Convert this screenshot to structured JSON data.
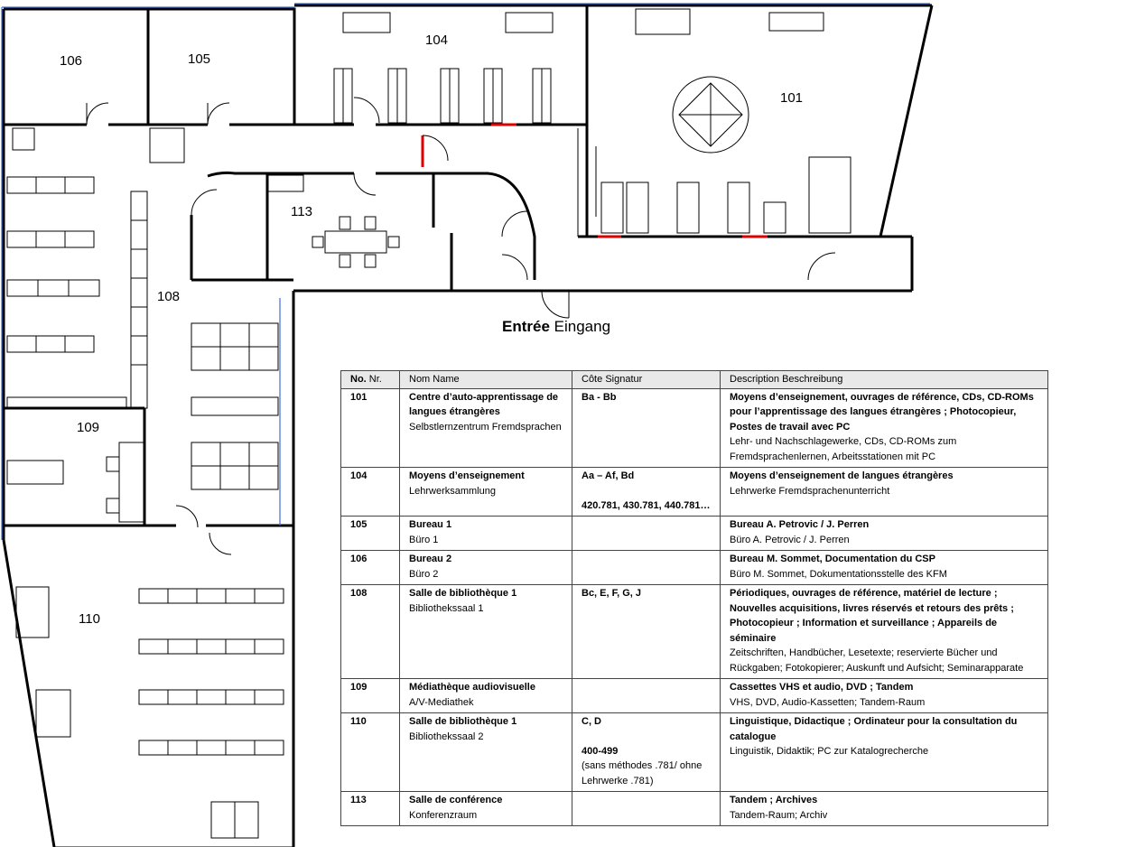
{
  "rooms": {
    "r101": "101",
    "r104": "104",
    "r105": "105",
    "r106": "106",
    "r108": "108",
    "r109": "109",
    "r110": "110",
    "r113": "113"
  },
  "entrance": {
    "fr": "Entrée",
    "de": "Eingang"
  },
  "legend": {
    "headers": {
      "no_fr": "No.",
      "no_de": "Nr.",
      "name_fr": "Nom",
      "name_de": "Name",
      "sig_fr": "Côte",
      "sig_de": "Signatur",
      "desc_fr": "Description",
      "desc_de": "Beschreibung"
    },
    "rows": [
      {
        "no": "101",
        "name_fr": "Centre d’auto-apprentissage de langues étrangères",
        "name_de": "Selbstlernzentrum Fremdsprachen",
        "sig": "Ba - Bb",
        "sig2": "",
        "sig3": "",
        "desc_fr": "Moyens d’enseignement, ouvrages de référence, CDs, CD-ROMs pour l’apprentissage des langues étrangères ; Photocopieur, Postes de travail avec PC",
        "desc_de": "Lehr- und Nachschlagewerke, CDs, CD-ROMs zum Fremdsprachenlernen, Arbeitsstationen mit PC"
      },
      {
        "no": "104",
        "name_fr": "Moyens d’enseignement",
        "name_de": "Lehrwerksammlung",
        "sig": "Aa – Af, Bd",
        "sig2": "420.781, 430.781, 440.781…",
        "sig3": "",
        "desc_fr": "Moyens d’enseignement de langues étrangères",
        "desc_de": "Lehrwerke Fremdsprachenunterricht"
      },
      {
        "no": "105",
        "name_fr": "Bureau 1",
        "name_de": "Büro 1",
        "sig": "",
        "sig2": "",
        "sig3": "",
        "desc_fr": "Bureau A. Petrovic / J. Perren",
        "desc_de": "Büro A. Petrovic / J. Perren"
      },
      {
        "no": "106",
        "name_fr": "Bureau 2",
        "name_de": "Büro 2",
        "sig": "",
        "sig2": "",
        "sig3": "",
        "desc_fr": "Bureau M. Sommet, Documentation du CSP",
        "desc_de": "Büro M. Sommet, Dokumentationsstelle des KFM"
      },
      {
        "no": "108",
        "name_fr": "Salle de bibliothèque 1",
        "name_de": "Bibliothekssaal 1",
        "sig": "Bc, E, F, G, J",
        "sig2": "",
        "sig3": "",
        "desc_fr": "Périodiques, ouvrages de référence, matériel de lecture ; Nouvelles acquisitions, livres réservés et retours des prêts ; Photocopieur ; Information et surveillance ; Appareils de séminaire",
        "desc_de": "Zeitschriften, Handbücher, Lesetexte; reservierte Bücher und Rückgaben; Fotokopierer; Auskunft und Aufsicht; Seminarapparate"
      },
      {
        "no": "109",
        "name_fr": "Médiathèque audiovisuelle",
        "name_de": "A/V-Mediathek",
        "sig": "",
        "sig2": "",
        "sig3": "",
        "desc_fr": "Cassettes VHS et audio, DVD ; Tandem",
        "desc_de": "VHS, DVD, Audio-Kassetten; Tandem-Raum"
      },
      {
        "no": "110",
        "name_fr": "Salle de bibliothèque 1",
        "name_de": "Bibliothekssaal 2",
        "sig": "C, D",
        "sig2": "400-499",
        "sig3": "(sans méthodes .781/ ohne Lehrwerke .781)",
        "desc_fr": "Linguistique, Didactique ; Ordinateur pour la consultation du catalogue",
        "desc_de": "Linguistik, Didaktik; PC zur Katalogrecherche"
      },
      {
        "no": "113",
        "name_fr": "Salle de conférence",
        "name_de": "Konferenzraum",
        "sig": "",
        "sig2": "",
        "sig3": "",
        "desc_fr": "Tandem ; Archives",
        "desc_de": "Tandem-Raum; Archiv"
      }
    ]
  },
  "colors": {
    "wall": "#000000",
    "glass": "#3a6fd8",
    "door_red": "#e00000",
    "header_bg": "#e9e9e9"
  }
}
